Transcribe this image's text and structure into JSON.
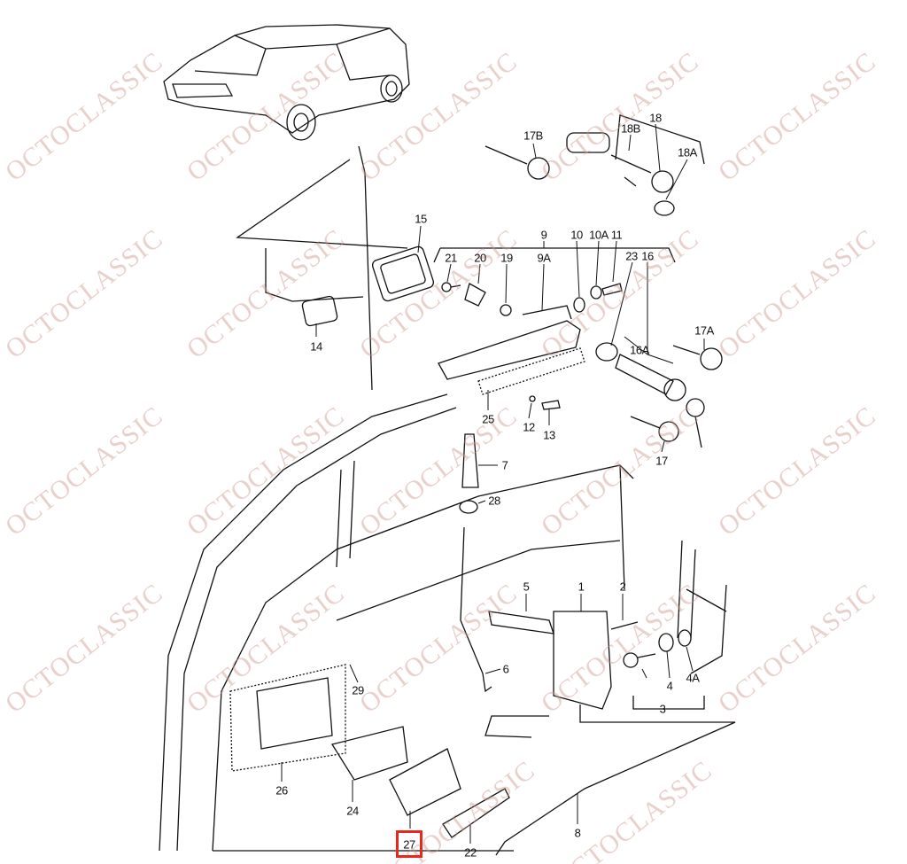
{
  "watermark": "OCTOCLASSIC",
  "highlight_color": "#e8281e",
  "highlighted_part": "27",
  "labels": {
    "p17B": "17B",
    "p18": "18",
    "p18B": "18B",
    "p18A": "18A",
    "p15": "15",
    "p9": "9",
    "p10": "10",
    "p10A": "10A",
    "p11": "11",
    "p21": "21",
    "p20": "20",
    "p19": "19",
    "p9A": "9A",
    "p23": "23",
    "p16": "16",
    "p14": "14",
    "p17A": "17A",
    "p16A": "16A",
    "p25": "25",
    "p12": "12",
    "p13": "13",
    "p17": "17",
    "p7": "7",
    "p28": "28",
    "p5": "5",
    "p1": "1",
    "p2": "2",
    "p6": "6",
    "p29": "29",
    "p4": "4",
    "p4A": "4A",
    "p3": "3",
    "p26": "26",
    "p24": "24",
    "p27": "27",
    "p22": "22",
    "p8": "8"
  }
}
